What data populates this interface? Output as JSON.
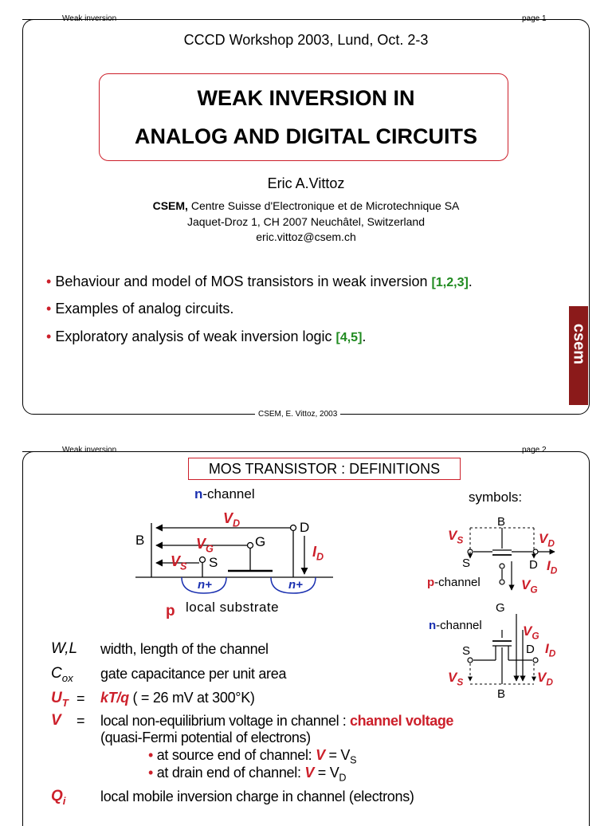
{
  "page1": {
    "header_left": "Weak inversion",
    "header_right": "page 1",
    "footer": "CSEM, E. Vittoz, 2003",
    "workshop": "CCCD Workshop 2003, Lund, Oct. 2-3",
    "title_line1": "WEAK INVERSION IN",
    "title_line2": "ANALOG AND DIGITAL CIRCUITS",
    "author": "Eric A.Vittoz",
    "org_short": "CSEM,",
    "org_long": "Centre Suisse d'Electronique et de Microtechnique SA",
    "address": "Jaquet-Droz 1, CH 2007 Neuchâtel, Switzerland",
    "email": "eric.vittoz@csem.ch",
    "bullets": [
      {
        "text": "Behaviour and model of MOS transistors in weak inversion ",
        "ref": "[1,2,3]",
        "end": "."
      },
      {
        "text": "Examples of analog circuits.",
        "ref": "",
        "end": ""
      },
      {
        "text": "Exploratory analysis of weak inversion logic ",
        "ref": "[4,5]",
        "end": "."
      }
    ],
    "logo_text": "csem",
    "colors": {
      "accent_red": "#cc1f2a",
      "ref_green": "#1f8a1f",
      "logo_bar": "#8b1a1a"
    }
  },
  "page2": {
    "header_left": "Weak inversion",
    "header_right": "page 2",
    "title": "MOS TRANSISTOR : DEFINITIONS",
    "nchannel_n": "n",
    "nchannel_rest": "-channel",
    "symbols_label": "symbols:",
    "diagram": {
      "VD": "V",
      "VD_sub": "D",
      "VG": "V",
      "VG_sub": "G",
      "VS": "V",
      "VS_sub": "S",
      "ID": "I",
      "ID_sub": "D",
      "B": "B",
      "G": "G",
      "S": "S",
      "D": "D",
      "nplus": "n+",
      "p": "p",
      "substrate": "local substrate"
    },
    "symbols": {
      "B": "B",
      "G": "G",
      "S": "S",
      "D": "D",
      "pchannel_p": "p",
      "pchannel_rest": "-channel",
      "nchannel_n": "n",
      "nchannel_rest": "-channel"
    },
    "defs": [
      {
        "sym": "W,L",
        "eq": "",
        "desc": "width, length of the channel"
      },
      {
        "sym": "C",
        "sym_sub": "ox",
        "eq": "",
        "desc": "gate capacitance per unit area"
      },
      {
        "sym": "U",
        "sym_sub": "T",
        "eq": "=",
        "desc_bold": "kT/q",
        "desc": "( = 26 mV at 300°K)"
      },
      {
        "sym": "V",
        "eq": "=",
        "desc": "local non-equilibrium voltage in channel : ",
        "desc_bold": "channel voltage"
      },
      {
        "desc": "(quasi-Fermi potential of electrons)"
      },
      {
        "desc": "at source end of channel: ",
        "eqn_v": "V",
        "eqn": "= V",
        "eqn_sub": "S"
      },
      {
        "desc": "at drain end  of  channel: ",
        "eqn_v": "V",
        "eqn": "= V",
        "eqn_sub": "D"
      },
      {
        "sym": "Q",
        "sym_sub": "i",
        "desc": "local mobile inversion charge in channel (electrons)"
      }
    ]
  }
}
